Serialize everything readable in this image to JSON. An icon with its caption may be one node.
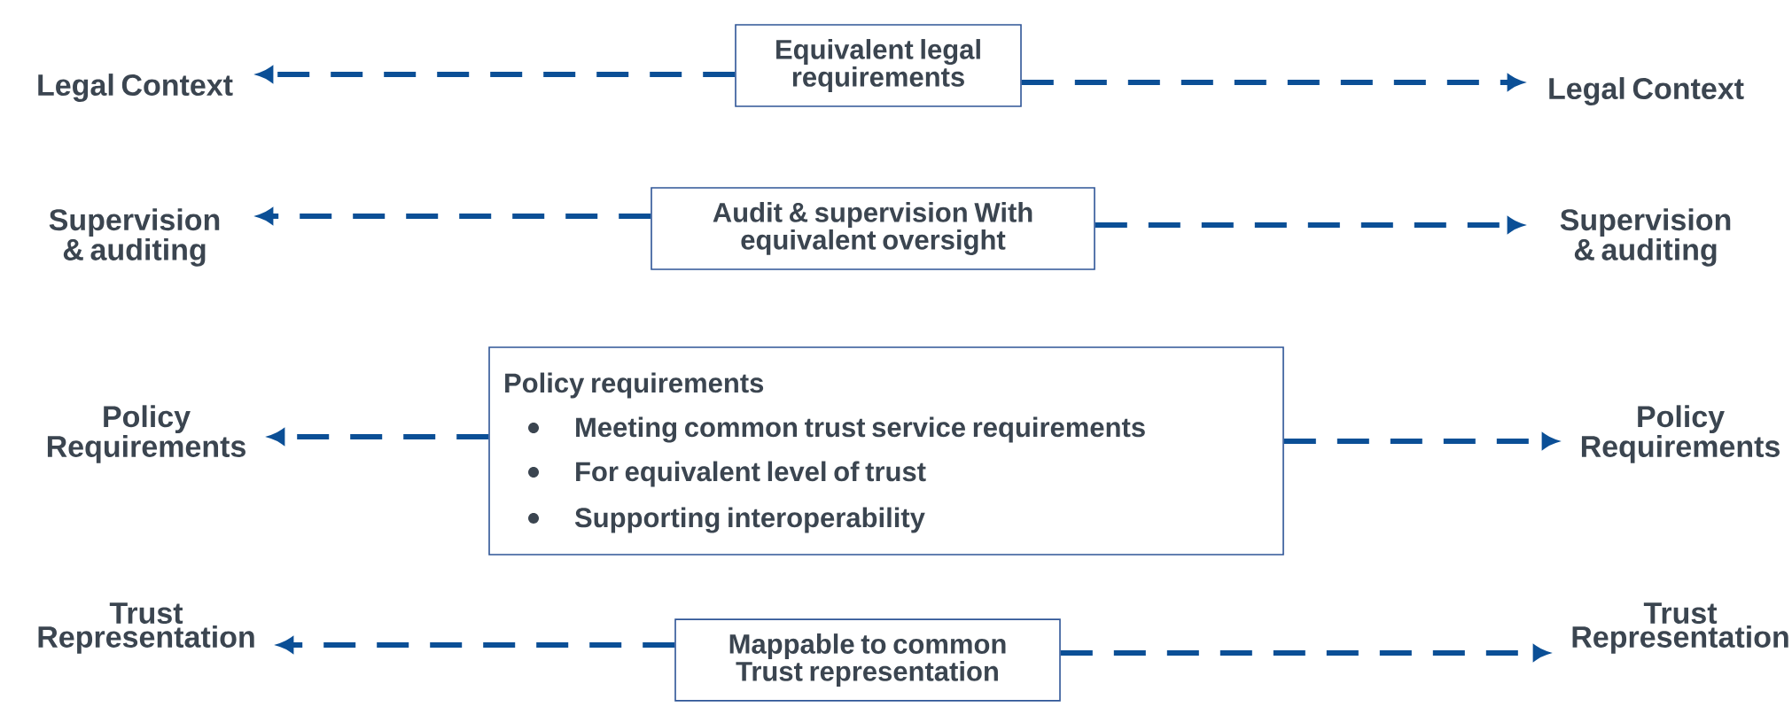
{
  "diagram": {
    "nodes": [
      {
        "text": [
          "Legal Context"
        ]
      },
      {
        "text": [
          "Equivalent legal requirements"
        ]
      },
      {
        "text": [
          "Legal Context"
        ]
      },
      {
        "text": [
          "Supervision & auditing"
        ]
      },
      {
        "text": [
          "Audit & supervision With equivalent oversight"
        ]
      },
      {
        "text": [
          "Supervision & auditing"
        ]
      },
      {
        "text": [
          "Policy Requirements"
        ]
      },
      {
        "text": [
          "Policy requirements",
          "Meeting common trust service requirements",
          "For equivalent level of trust",
          "Supporting interoperability"
        ]
      },
      {
        "text": [
          "Policy Requirements"
        ]
      },
      {
        "text": [
          "Trust Representation"
        ]
      },
      {
        "text": [
          "Mappable to common Trust representation"
        ]
      },
      {
        "text": [
          "Trust Representation"
        ]
      }
    ],
    "edges": [
      {
        "from": 1,
        "to": 0,
        "arrow": "to",
        "style": "dashed"
      },
      {
        "from": 1,
        "to": 2,
        "arrow": "to",
        "style": "dashed"
      },
      {
        "from": 4,
        "to": 3,
        "arrow": "to",
        "style": "dashed"
      },
      {
        "from": 4,
        "to": 5,
        "arrow": "to",
        "style": "dashed"
      },
      {
        "from": 7,
        "to": 6,
        "arrow": "to",
        "style": "dashed"
      },
      {
        "from": 7,
        "to": 8,
        "arrow": "to",
        "style": "dashed"
      },
      {
        "from": 10,
        "to": 9,
        "arrow": "to",
        "style": "dashed"
      },
      {
        "from": 10,
        "to": 11,
        "arrow": "to",
        "style": "dashed"
      }
    ]
  }
}
